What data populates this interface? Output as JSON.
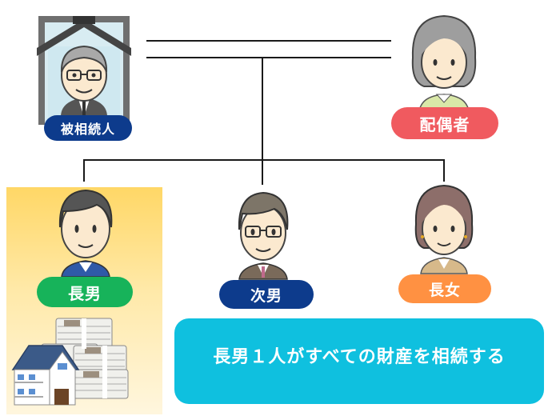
{
  "title": "相続関係図",
  "people": {
    "deceased": {
      "label": "被相続人",
      "color": "#0d3b8c"
    },
    "spouse": {
      "label": "配偶者",
      "color": "#f05a5f"
    },
    "eldest_son": {
      "label": "長男",
      "color": "#17b35a"
    },
    "second_son": {
      "label": "次男",
      "color": "#0d3b8c"
    },
    "eldest_daughter": {
      "label": "長女",
      "color": "#ff9142"
    }
  },
  "result": {
    "text": "長男１人がすべての財産を相続する",
    "color": "#0fc0df"
  },
  "heir_highlight_color": "#ffd766",
  "icons": [
    "memorial-portrait-icon",
    "elderly-man-icon",
    "elderly-woman-icon",
    "man-icon",
    "man-glasses-icon",
    "woman-icon",
    "house-icon",
    "money-stack-icon"
  ]
}
